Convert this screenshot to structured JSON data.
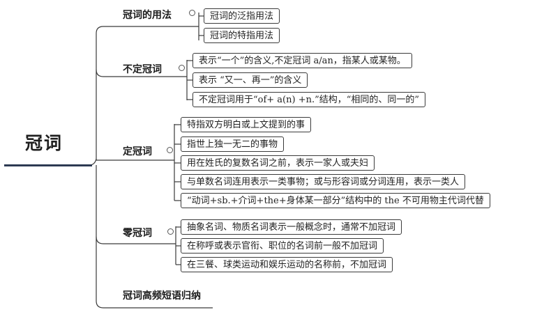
{
  "root": {
    "label": "冠词"
  },
  "branches": [
    {
      "label": "冠词的用法",
      "leaves": [
        "冠词的泛指用法",
        "冠词的特指用法"
      ]
    },
    {
      "label": "不定冠词",
      "leaves": [
        "表示“一个”的含义,不定冠词 a/an，指某人或某物。",
        "表示 “又一、再一”的含义",
        "不定冠词用于“of+ a(n) +n.”结构，“相同的、同一的”"
      ]
    },
    {
      "label": "定冠词",
      "leaves": [
        "特指双方明白或上文提到的事",
        "指世上独一无二的事物",
        "用在姓氏的复数名词之前，表示一家人或夫妇",
        "与单数名词连用表示一类事物；或与形容词或分词连用，表示一类人",
        "“动词+sb.+介词+the+身体某一部分”结构中的 the 不可用物主代词代替"
      ]
    },
    {
      "label": "零冠词",
      "leaves": [
        "抽象名词、物质名词表示一般概念时，通常不加冠词",
        "在称呼或表示官衔、职位的名词前一般不加冠词",
        "在三餐、球类运动和娱乐运动的名称前，不加冠词"
      ]
    },
    {
      "label": "冠词高频短语归纳",
      "leaves": []
    }
  ]
}
